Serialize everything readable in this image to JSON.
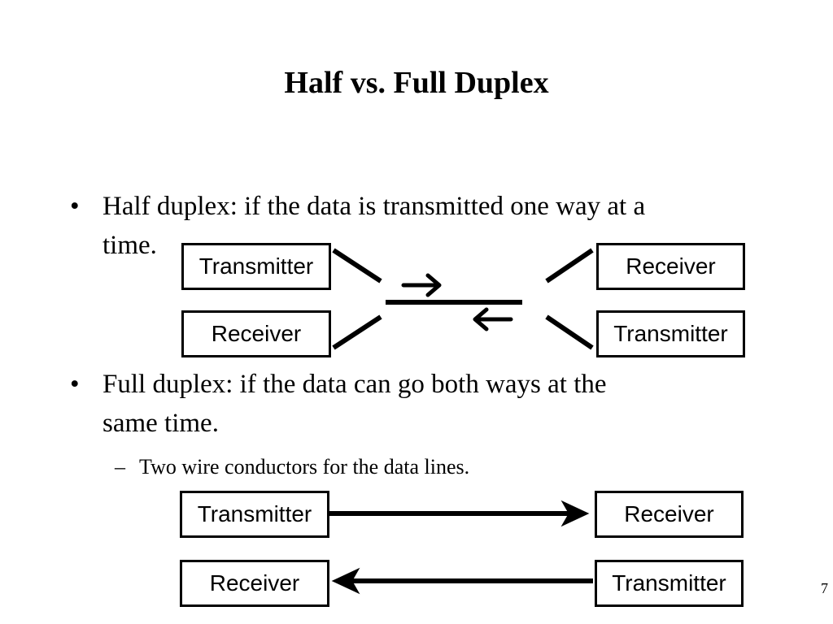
{
  "slide": {
    "title": "Half vs. Full Duplex",
    "page_number": "7"
  },
  "bullets": [
    {
      "marker": "•",
      "line1": "Half duplex: if the data is transmitted one way at a",
      "line2": "time."
    },
    {
      "marker": "•",
      "line1": "Full duplex: if the data can go both ways at the",
      "line2": "same time."
    }
  ],
  "sub_bullets": [
    {
      "marker": "–",
      "text": "Two wire conductors for the data lines."
    }
  ],
  "half_duplex_diagram": {
    "left_top": "Transmitter",
    "left_bottom": "Receiver",
    "right_top": "Receiver",
    "right_bottom": "Transmitter"
  },
  "full_duplex_diagram": {
    "left_top": "Transmitter",
    "left_bottom": "Receiver",
    "right_top": "Receiver",
    "right_bottom": "Transmitter"
  }
}
